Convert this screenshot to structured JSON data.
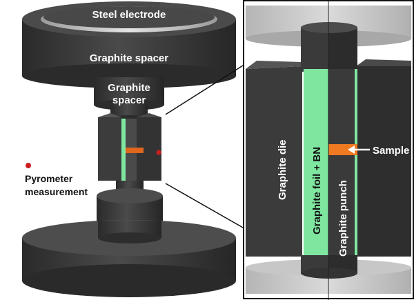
{
  "labels": {
    "steel_electrode": "Steel electrode",
    "graphite_spacer_top": "Graphite spacer",
    "graphite_spacer_small_1": "Graphite",
    "graphite_spacer_small_2": "spacer",
    "pyrometer_1": "Pyrometer",
    "pyrometer_2": "measurement",
    "graphite_die": "Graphite die",
    "graphite_foil": "Graphite foil + BN",
    "graphite_punch": "Graphite punch",
    "sample": "Sample"
  },
  "colors": {
    "graphite_dark": "#3a3a3a",
    "graphite_top": "#5a5a5a",
    "foil_green": "#7fe6a0",
    "sample_orange": "#e87320",
    "pyrometer_red": "#cc1e1e",
    "steel": "#c8c8c8"
  }
}
